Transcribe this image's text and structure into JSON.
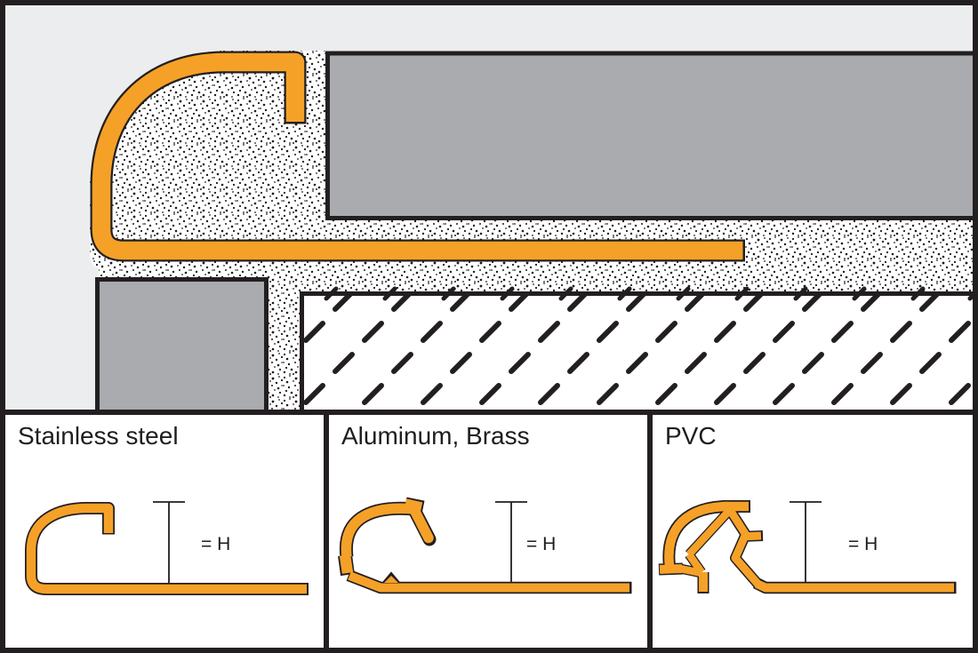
{
  "colors": {
    "profile_orange": "#F5A128",
    "outline": "#231F20",
    "tile_gray": "#A9ABAE",
    "wall_gray": "#ECEDEE",
    "panel_bg": "#FFFFFF"
  },
  "panels": [
    {
      "label": "Stainless steel",
      "height_label": "= H"
    },
    {
      "label": "Aluminum, Brass",
      "height_label": "= H"
    },
    {
      "label": "PVC",
      "height_label": "= H"
    }
  ]
}
